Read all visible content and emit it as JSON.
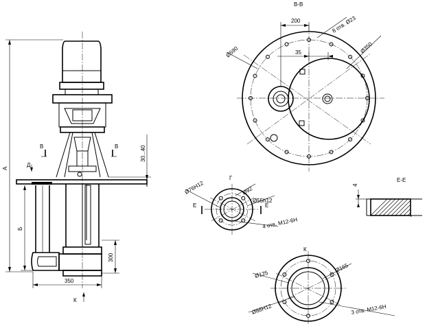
{
  "views": {
    "bb": {
      "title": "В-В"
    },
    "g": {
      "title": "Г"
    },
    "ee": {
      "title": "Е-Е"
    },
    "k": {
      "title": "К"
    }
  },
  "section_marks": {
    "b_left": "В",
    "b_right": "В",
    "d": "Д",
    "e_left": "Е",
    "e_right": "Е",
    "k": "К"
  },
  "front_view_dims": {
    "a": "А",
    "b": "Б",
    "h_30_40": "30...40",
    "h_300": "300",
    "w_350": "350"
  },
  "bb_dims": {
    "d200": "200",
    "d35": "35",
    "holes": "8 отв. Ø23",
    "d350": "Ø350",
    "d590": "Ø590"
  },
  "g_dims": {
    "d76": "Ø76Н12",
    "d92": "Ø92",
    "d55": "Ø55h12",
    "holes": "4 отв. М12-6Н"
  },
  "ee_dims": {
    "h4": "4"
  },
  "k_dims": {
    "d125": "Ø125",
    "d165": "Ø165",
    "d88": "Ø88Н12",
    "holes": "3 отв. М12-6Н"
  }
}
